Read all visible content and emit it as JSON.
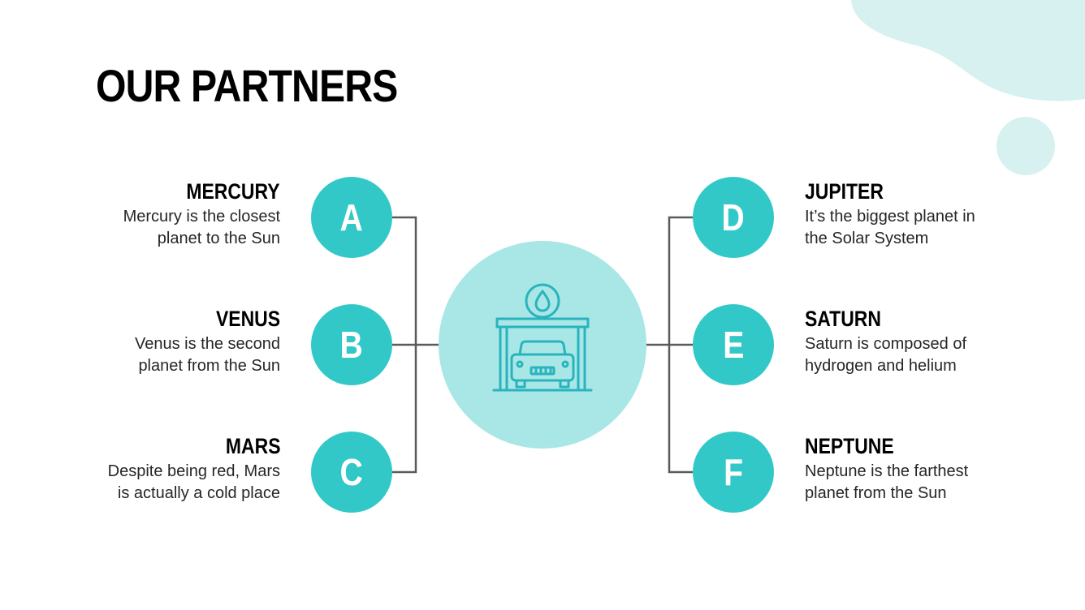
{
  "title": "OUR PARTNERS",
  "colors": {
    "accent": "#33c8c8",
    "hub": "#a8e7e6",
    "decoration": "#d6f1f0",
    "connector": "#5a5a5a",
    "icon": "#2ab3bd"
  },
  "hub_icon": "car-garage-icon",
  "left_items": [
    {
      "letter": "A",
      "title": "MERCURY",
      "desc_line1": "Mercury is the closest",
      "desc_line2": "planet to the Sun"
    },
    {
      "letter": "B",
      "title": "VENUS",
      "desc_line1": "Venus is the second",
      "desc_line2": "planet from the Sun"
    },
    {
      "letter": "C",
      "title": "MARS",
      "desc_line1": "Despite being red, Mars",
      "desc_line2": "is actually a cold place"
    }
  ],
  "right_items": [
    {
      "letter": "D",
      "title": "JUPITER",
      "desc_line1": "It’s the biggest planet in",
      "desc_line2": "the Solar System"
    },
    {
      "letter": "E",
      "title": "SATURN",
      "desc_line1": "Saturn is composed of",
      "desc_line2": "hydrogen and helium"
    },
    {
      "letter": "F",
      "title": "NEPTUNE",
      "desc_line1": "Neptune is the farthest",
      "desc_line2": "planet from the Sun"
    }
  ]
}
